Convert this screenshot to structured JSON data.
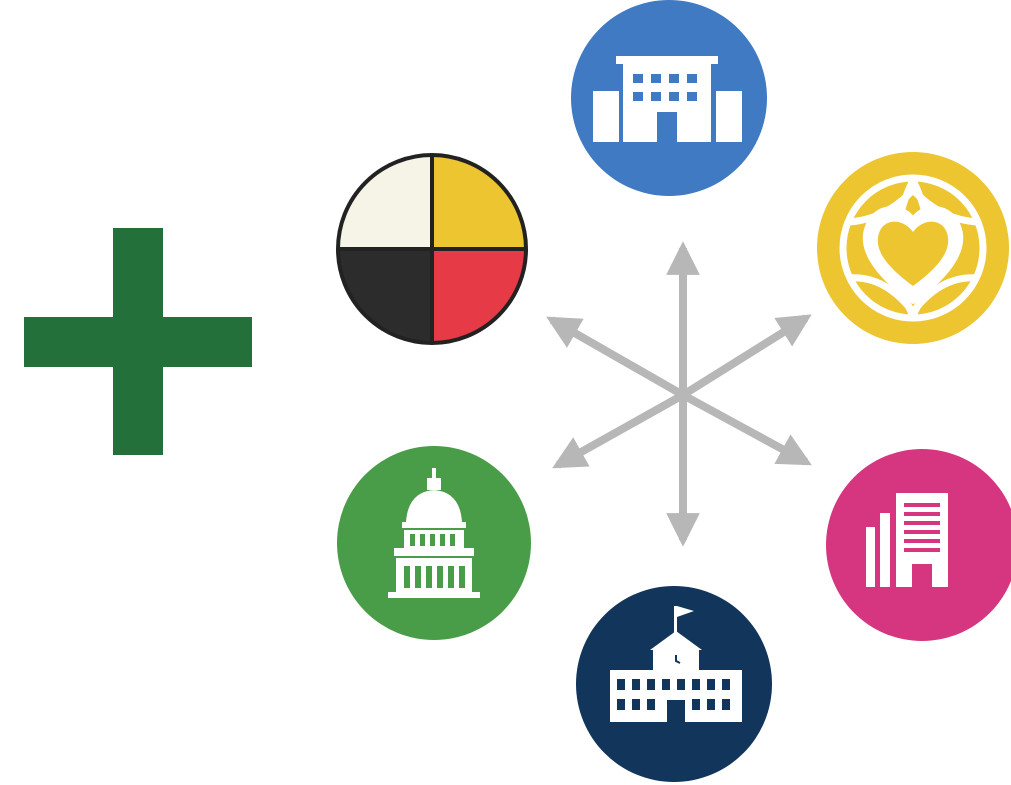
{
  "colors": {
    "background": "#ffffff",
    "plus": "#23703a",
    "arrows": "#b7b7b7",
    "hospital": "#3f7ac3",
    "global_health": "#ecc531",
    "corporate": "#d6367f",
    "school": "#12355b",
    "government": "#4a9d48",
    "medicine_wheel": {
      "white": "#f6f4e6",
      "yellow": "#ecc531",
      "black": "#2c2c2c",
      "red": "#e63a46",
      "outline": "#222222"
    }
  },
  "nodes": [
    {
      "key": "hospital",
      "icon": "hospital-building-icon"
    },
    {
      "key": "global_health",
      "icon": "globe-heart-icon"
    },
    {
      "key": "corporate",
      "icon": "office-tower-icon"
    },
    {
      "key": "school",
      "icon": "schoolhouse-clock-flag-icon"
    },
    {
      "key": "government",
      "icon": "capitol-dome-icon"
    },
    {
      "key": "medicine_wheel",
      "icon": "medicine-wheel-icon"
    }
  ],
  "center_icon": "six-way-arrows-icon",
  "plus_icon": "plus-sign-icon"
}
